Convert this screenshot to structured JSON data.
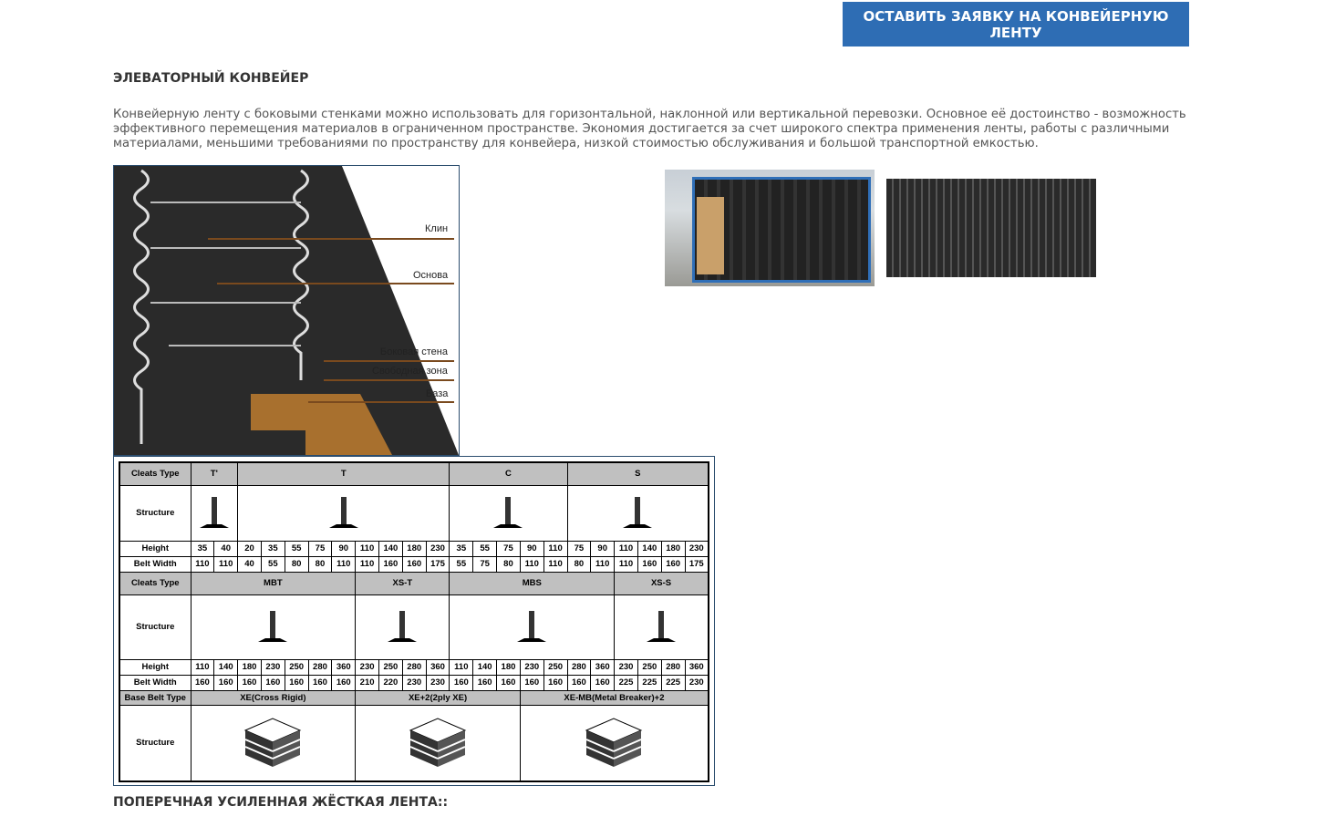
{
  "cta_label": "ОСТАВИТЬ ЗАЯВКУ НА КОНВЕЙЕРНУЮ ЛЕНТУ",
  "section_title": "ЭЛЕВАТОРНЫЙ КОНВЕЙЕР",
  "intro": "Конвейерную ленту с боковыми стенками можно использовать для горизонтальной, наклонной или вертикальной перевозки. Основное её достоинство - возможность эффективного перемещения материалов в ограниченном пространстве. Экономия достигается за счет широкого спектра применения ленты, работы с различными материалами, меньшими требованиями по пространству для конвейера, низкой стоимостью обслуживания и большой транспортной емкостью.",
  "diagram_labels": [
    "Клин",
    "Основа",
    "Боковая стена",
    "Свободная зона",
    "База"
  ],
  "table": {
    "labels": {
      "cleats": "Cleats Type",
      "structure": "Structure",
      "height": "Height",
      "width": "Belt Width",
      "base": "Base Belt Type"
    },
    "block1": {
      "types": [
        {
          "name": "T'",
          "span": 2
        },
        {
          "name": "T",
          "span": 9
        },
        {
          "name": "C",
          "span": 5
        },
        {
          "name": "S",
          "span": 6
        }
      ],
      "height": [
        35,
        40,
        20,
        35,
        55,
        75,
        90,
        110,
        140,
        180,
        230,
        35,
        55,
        75,
        90,
        110,
        75,
        90,
        110,
        140,
        180,
        230
      ],
      "width": [
        110,
        110,
        40,
        55,
        80,
        80,
        110,
        110,
        160,
        160,
        175,
        55,
        75,
        80,
        110,
        110,
        80,
        110,
        110,
        160,
        160,
        175
      ]
    },
    "block2": {
      "types": [
        {
          "name": "MBT",
          "span": 7
        },
        {
          "name": "XS-T",
          "span": 4
        },
        {
          "name": "MBS",
          "span": 7
        },
        {
          "name": "XS-S",
          "span": 4
        }
      ],
      "height": [
        110,
        140,
        180,
        230,
        250,
        280,
        360,
        230,
        250,
        280,
        360,
        110,
        140,
        180,
        230,
        250,
        280,
        360,
        230,
        250,
        280,
        360
      ],
      "width": [
        160,
        160,
        160,
        160,
        160,
        160,
        160,
        210,
        220,
        230,
        230,
        160,
        160,
        160,
        160,
        160,
        160,
        160,
        225,
        225,
        225,
        230
      ]
    },
    "base": [
      {
        "name": "XE(Cross Rigid)",
        "span": 7
      },
      {
        "name": "XE+2(2ply XE)",
        "span": 7
      },
      {
        "name": "XE-MB(Metal Breaker)+2",
        "span": 8
      }
    ]
  },
  "next_title": "ПОПЕРЕЧНАЯ УСИЛЕННАЯ ЖЁСТКАЯ ЛЕНТА::"
}
